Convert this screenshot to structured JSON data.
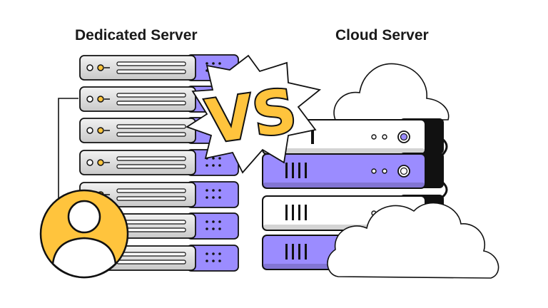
{
  "labels": {
    "dedicated": "Dedicated Server",
    "cloud": "Cloud Server",
    "versus": "VS"
  },
  "colors": {
    "accent_purple": "#9b8cff",
    "accent_yellow": "#ffc43d",
    "outline": "#111111",
    "panel_gray": "#d9d9d9",
    "background": "#ffffff"
  },
  "icons": [
    "server-rack-icon",
    "cloud-icon",
    "user-avatar-icon",
    "comic-burst-icon"
  ]
}
